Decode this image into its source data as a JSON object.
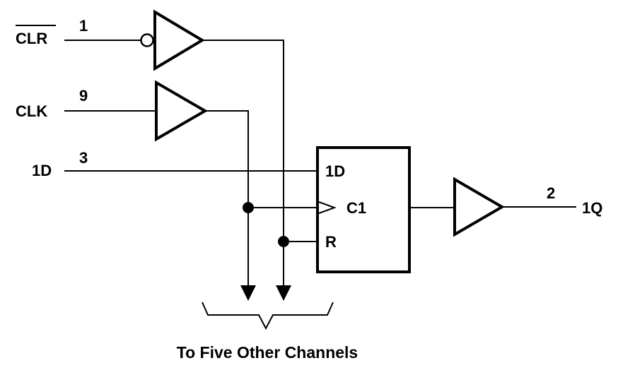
{
  "signals": {
    "clr": {
      "name": "CLR",
      "pin": "1",
      "active_low": true
    },
    "clk": {
      "name": "CLK",
      "pin": "9"
    },
    "d_in": {
      "name": "1D",
      "pin": "3"
    },
    "q_out": {
      "name": "1Q",
      "pin": "2"
    }
  },
  "flipflop": {
    "d_label": "1D",
    "clock_label": "C1",
    "reset_label": "R"
  },
  "caption": "To Five Other Channels"
}
